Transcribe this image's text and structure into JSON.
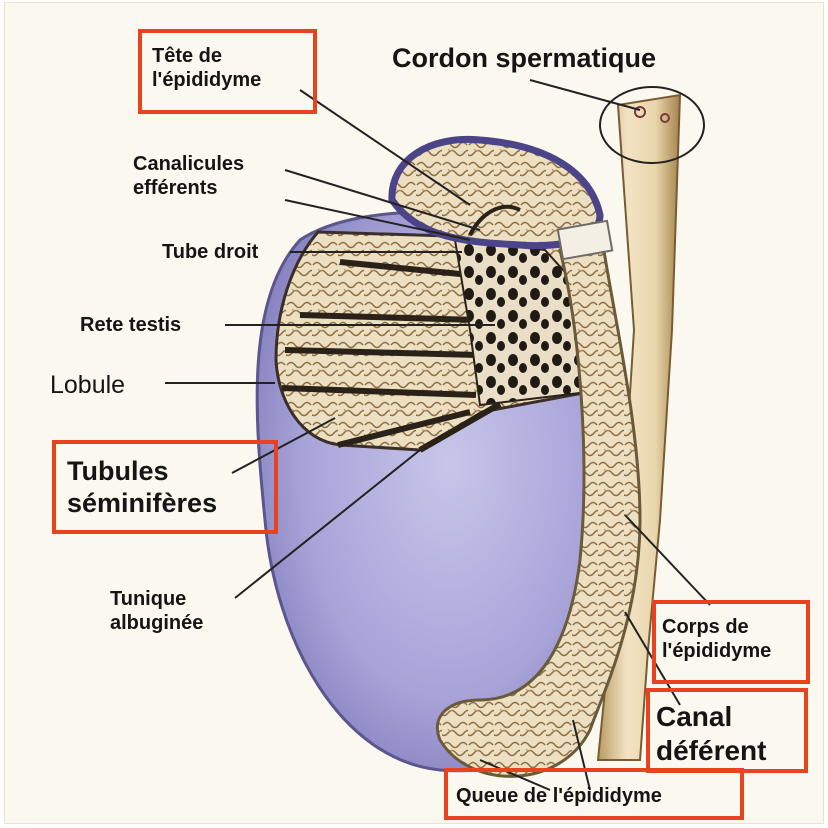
{
  "diagram": {
    "labels": {
      "tete_epididyme": "Tête de\nl'épididyme",
      "cordon_spermatique": "Cordon spermatique",
      "canalicules_efferents": "Canalicules\nefférents",
      "tube_droit": "Tube droit",
      "rete_testis": "Rete testis",
      "lobule": "Lobule",
      "tubules_seminiferes": "Tubules\nséminifères",
      "tunique_albuginee": "Tunique\nalbuginée",
      "corps_epididyme": "Corps de\nl'épididyme",
      "canal_deferent": "Canal\ndéférent",
      "queue_epididyme": "Queue de l'épididyme"
    },
    "colors": {
      "highlight_box": "#e8421f",
      "testis": "#a9a6d9",
      "tubules": "#e8dcc0",
      "background": "#fbf8ef"
    }
  }
}
